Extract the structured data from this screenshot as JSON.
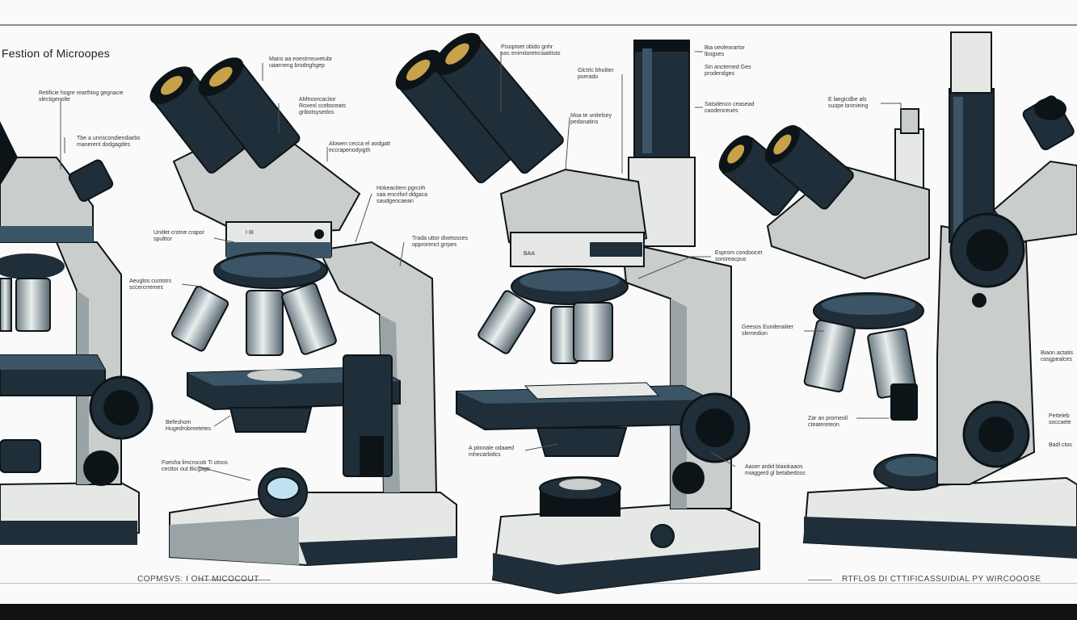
{
  "title": "Festion of Microopes",
  "footer": {
    "left": "COPMSVS: I OHT MICOCOUT",
    "right": "RTFLOS DI CTTIFICASSUIDIAL PY WIRCOOOSE"
  },
  "labels": [
    {
      "text": "Retificie hogre rearthing gegnacie\nslectigenolte"
    },
    {
      "text": "Tbe a unriscondiendiarbs\nmanerent dodgagdes"
    },
    {
      "text": "Mairo aa eoestrreuvetubr\nuaarneng brodnghgep"
    },
    {
      "text": "AMtroorcacitor\nRoxenl cceboreats\ngribotsysedos"
    },
    {
      "text": "Alowen cecca el aodgatt\neccrapenodyigth"
    },
    {
      "text": "Hokeacitem pgrcrih\nsaa encriforl ddgaca\nsaudgeocaean"
    },
    {
      "text": "Unitlet crotne crapor\nspulttor"
    },
    {
      "text": "Trada uttor dixetosses\nopprorenct grrpes"
    },
    {
      "text": "Aeuglos cuntotrs\nsccercrremes"
    },
    {
      "text": "Befeshom\nHugedrobreetetes"
    },
    {
      "text": "Foesha limcrocob Ti utnos\ncecttor out Bicgagtr"
    },
    {
      "text": "Pisoptoet obido gnhr\nsoc enimitoretrciaattisto"
    },
    {
      "text": "Glctrlc bholiter\npserado"
    },
    {
      "text": "Moa te unitelsey\npedanatins"
    },
    {
      "text": "Bia oeoleorartor\nlbogses"
    },
    {
      "text": "Sin anctemed Ges\nprodendges"
    },
    {
      "text": "Satsdenco ceasead\ncaodenceues"
    },
    {
      "text": "E laegicdbe als\nsuope bnmieing"
    },
    {
      "text": "Esprom condoocet\nsororeacpus"
    },
    {
      "text": "Geesos Eunderaiiter\nslemedion"
    },
    {
      "text": "A pitonale odaaed\nmhecarbidcs"
    },
    {
      "text": "Aaoer ardid blaiokaaos\nmiaggerd gl betabedoss"
    },
    {
      "text": "Zar an promeoll\ncteatereteon"
    },
    {
      "text": "Biaon actatis\ncosgpealces"
    },
    {
      "text": "Petteleb\nsoccaele"
    },
    {
      "text": "Badl ctos"
    }
  ],
  "stage_labels": [
    {
      "text": "BAA"
    },
    {
      "text": "I I8"
    }
  ],
  "palette": {
    "dark": "#1f2e38",
    "black": "#0d1418",
    "grey": "#c9cdcb",
    "light": "#e6e8e6",
    "slate": "#3b5566",
    "lens": "#c8a24a"
  }
}
